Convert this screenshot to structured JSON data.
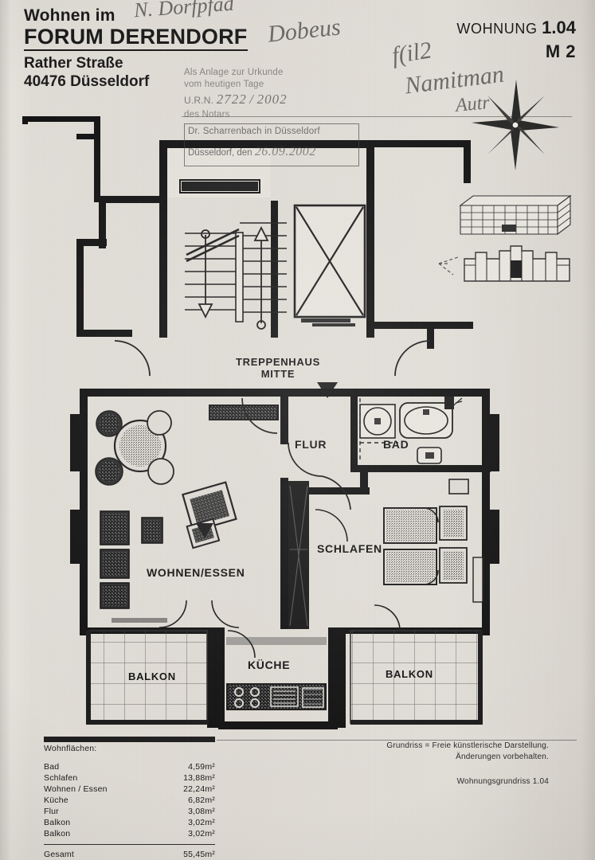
{
  "header": {
    "line1": "Wohnen im",
    "line2": "FORUM DERENDORF",
    "street": "Rather Straße",
    "city": "40476 Düsseldorf",
    "unit_label": "WOHNUNG",
    "unit_number": "1.04",
    "scale_label": "M 2"
  },
  "stamp": {
    "line1": "Als Anlage zur Urkunde",
    "line2": "vom heutigen Tage",
    "urn_label": "U.R.N.",
    "urn_number": "2722",
    "urn_sep": "/",
    "urn_year": "2002",
    "line4": "des Notars",
    "line5": "Dr. Scharrenbach in Düsseldorf",
    "line6": "Düsseldorf, den",
    "date": "26.09.2002"
  },
  "handwriting": [
    "N. Dorfpfad",
    "Dobeus",
    "f(il2",
    "Namitman",
    "Autr"
  ],
  "rooms": [
    {
      "name": "TREPPENHAUS",
      "name2": "MITTE"
    },
    {
      "name": "FLUR"
    },
    {
      "name": "BAD"
    },
    {
      "name": "SCHLAFEN"
    },
    {
      "name": "WOHNEN/ESSEN"
    },
    {
      "name": "KÜCHE"
    },
    {
      "name": "BALKON"
    },
    {
      "name": "BALKON"
    }
  ],
  "room_labels": {
    "treppenhaus": "TREPPENHAUS",
    "mitte": "MITTE",
    "flur": "FLUR",
    "bad": "BAD",
    "schlafen": "SCHLAFEN",
    "wohnen_essen": "WOHNEN/ESSEN",
    "kueche": "KÜCHE",
    "balkon_left": "BALKON",
    "balkon_right": "BALKON"
  },
  "areas": {
    "caption": "Wohnflächen:",
    "rows": [
      {
        "label": "Bad",
        "value": "4,59m²"
      },
      {
        "label": "Schlafen",
        "value": "13,88m²"
      },
      {
        "label": "Wohnen / Essen",
        "value": "22,24m²"
      },
      {
        "label": "Küche",
        "value": "6,82m²"
      },
      {
        "label": "Flur",
        "value": "3,08m²"
      },
      {
        "label": "Balkon",
        "value": "3,02m²"
      },
      {
        "label": "Balkon",
        "value": "3,02m²"
      }
    ],
    "total_label": "Gesamt",
    "total_value": "55,45m²"
  },
  "footnote": {
    "line1": "Grundriss = Freie künstlerische Darstellung.",
    "line2": "Änderungen vorbehalten.",
    "line3": "Wohnungsgrundriss 1.04"
  },
  "icons": {
    "compass": "compass-rose-icon",
    "stair_up": "stair-up-arrow-icon",
    "stair_down": "stair-down-arrow-icon",
    "entry_marker": "entry-triangle-icon"
  },
  "colors": {
    "paper": "#dedad3",
    "ink": "#1a1a1a",
    "wall": "#111111",
    "pencil": "#3c3a38"
  }
}
